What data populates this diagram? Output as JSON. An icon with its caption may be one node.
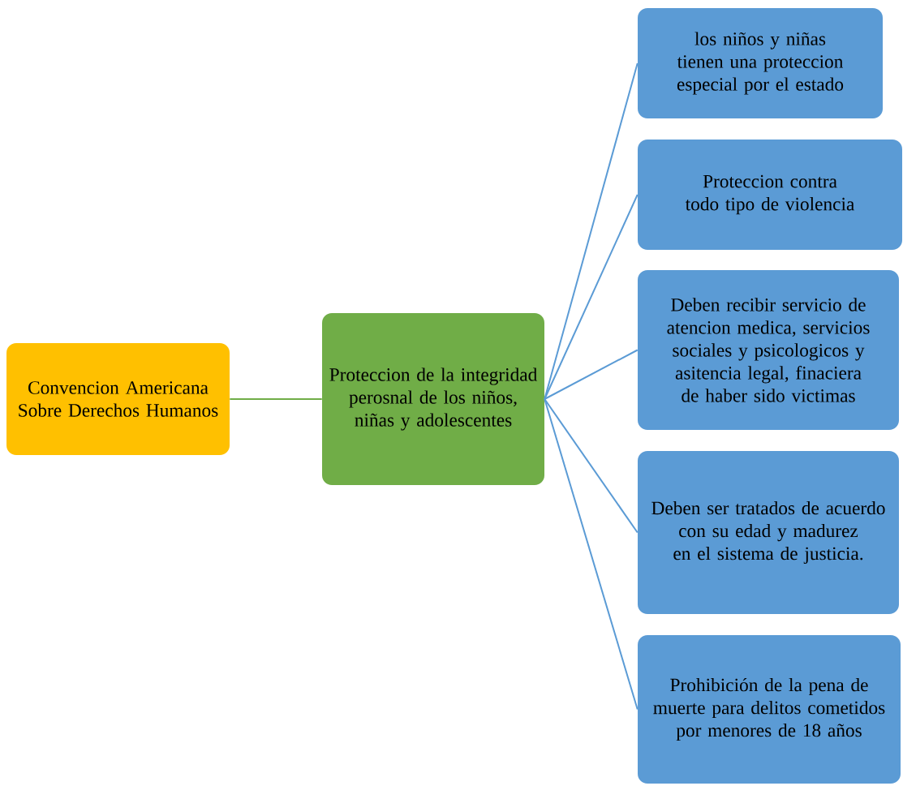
{
  "diagram": {
    "nodes": [
      {
        "text": [
          "Convencion Americana Sobre Derechos Humanos"
        ]
      },
      {
        "text": [
          "Proteccion de la integridad perosnal de los niños, niñas y adolescentes"
        ]
      },
      {
        "text": [
          "los niños y niñas tienen una proteccion especial por el estado"
        ]
      },
      {
        "text": [
          "Proteccion contra todo tipo de violencia"
        ]
      },
      {
        "text": [
          "Deben recibir servicio de atencion medica, servicios sociales y psicologicos y asitencia legal, finaciera de haber sido victimas"
        ]
      },
      {
        "text": [
          "Deben ser tratados de acuerdo con su edad y madurez en el sistema de justicia."
        ]
      },
      {
        "text": [
          "Prohibición de la pena de muerte para delitos cometidos por menores de 18 años"
        ]
      }
    ],
    "edges": [
      {
        "from": 0,
        "to": 1,
        "arrow": "none",
        "color": "#70ad47"
      },
      {
        "from": 1,
        "to": 2,
        "arrow": "none"
      },
      {
        "from": 1,
        "to": 3,
        "arrow": "none"
      },
      {
        "from": 1,
        "to": 4,
        "arrow": "none"
      },
      {
        "from": 1,
        "to": 5,
        "arrow": "none"
      },
      {
        "from": 1,
        "to": 6,
        "arrow": "none"
      }
    ]
  }
}
